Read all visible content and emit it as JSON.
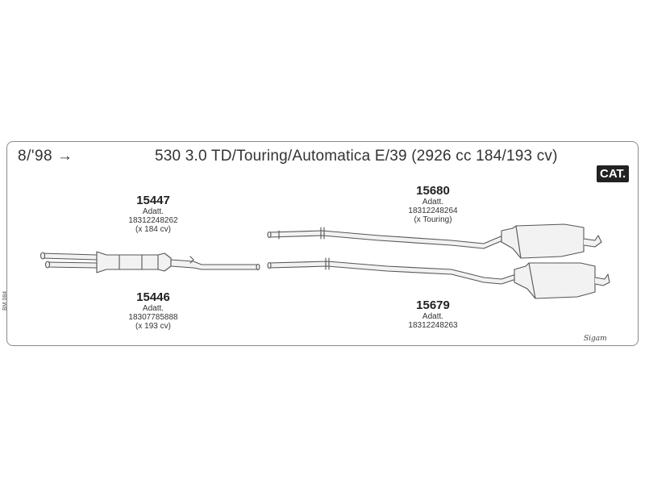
{
  "header": {
    "date": "8/'98 →",
    "title": "530 3.0 TD/Touring/Automatica E/39 (2926 cc 184/193 cv)",
    "badge": "CAT."
  },
  "parts": [
    {
      "number": "15447",
      "adatt": "Adatt.",
      "ref": "18312248262",
      "note": "(x 184 cv)"
    },
    {
      "number": "15446",
      "adatt": "Adatt.",
      "ref": "18307785888",
      "note": "(x 193 cv)"
    },
    {
      "number": "15680",
      "adatt": "Adatt.",
      "ref": "18312248264",
      "note": "(x Touring)"
    },
    {
      "number": "15679",
      "adatt": "Adatt.",
      "ref": "18312248263",
      "note": ""
    }
  ],
  "sheet_code": "BM 084",
  "logo": "Sigam",
  "colors": {
    "line": "#555555",
    "fill": "#f2f2f2",
    "border": "#8a8a8a"
  }
}
